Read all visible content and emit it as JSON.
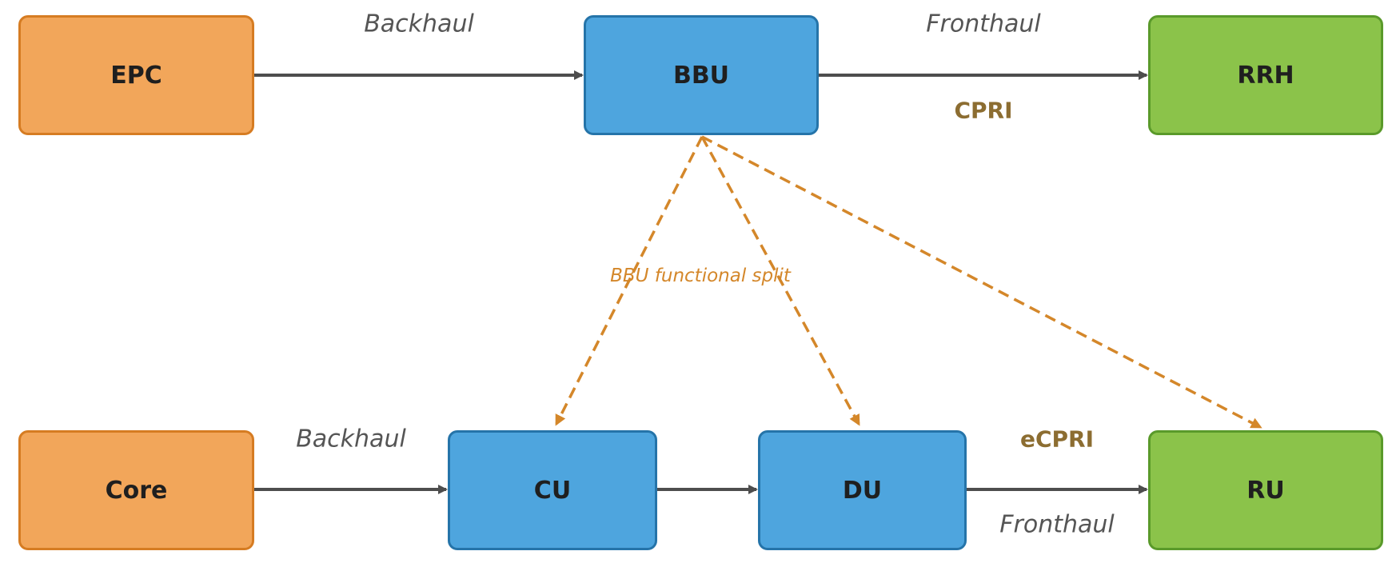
{
  "colors": {
    "core_fill": "#f2a65a",
    "core_border": "#d67c22",
    "baseband_fill": "#4ea5de",
    "baseband_border": "#2574a9",
    "radio_fill": "#8bc34a",
    "radio_border": "#5a9a2a",
    "arrow": "#4d4d4d",
    "split_arrow": "#d4872a"
  },
  "top_row": {
    "epc": "EPC",
    "bbu": "BBU",
    "rrh": "RRH",
    "backhaul_label": "Backhaul",
    "fronthaul_label": "Fronthaul",
    "protocol_label": "CPRI"
  },
  "bottom_row": {
    "core": "Core",
    "cu": "CU",
    "du": "DU",
    "ru": "RU",
    "backhaul_label": "Backhaul",
    "fronthaul_label": "Fronthaul",
    "protocol_label": "eCPRI"
  },
  "split": {
    "label": "BBU functional split"
  }
}
